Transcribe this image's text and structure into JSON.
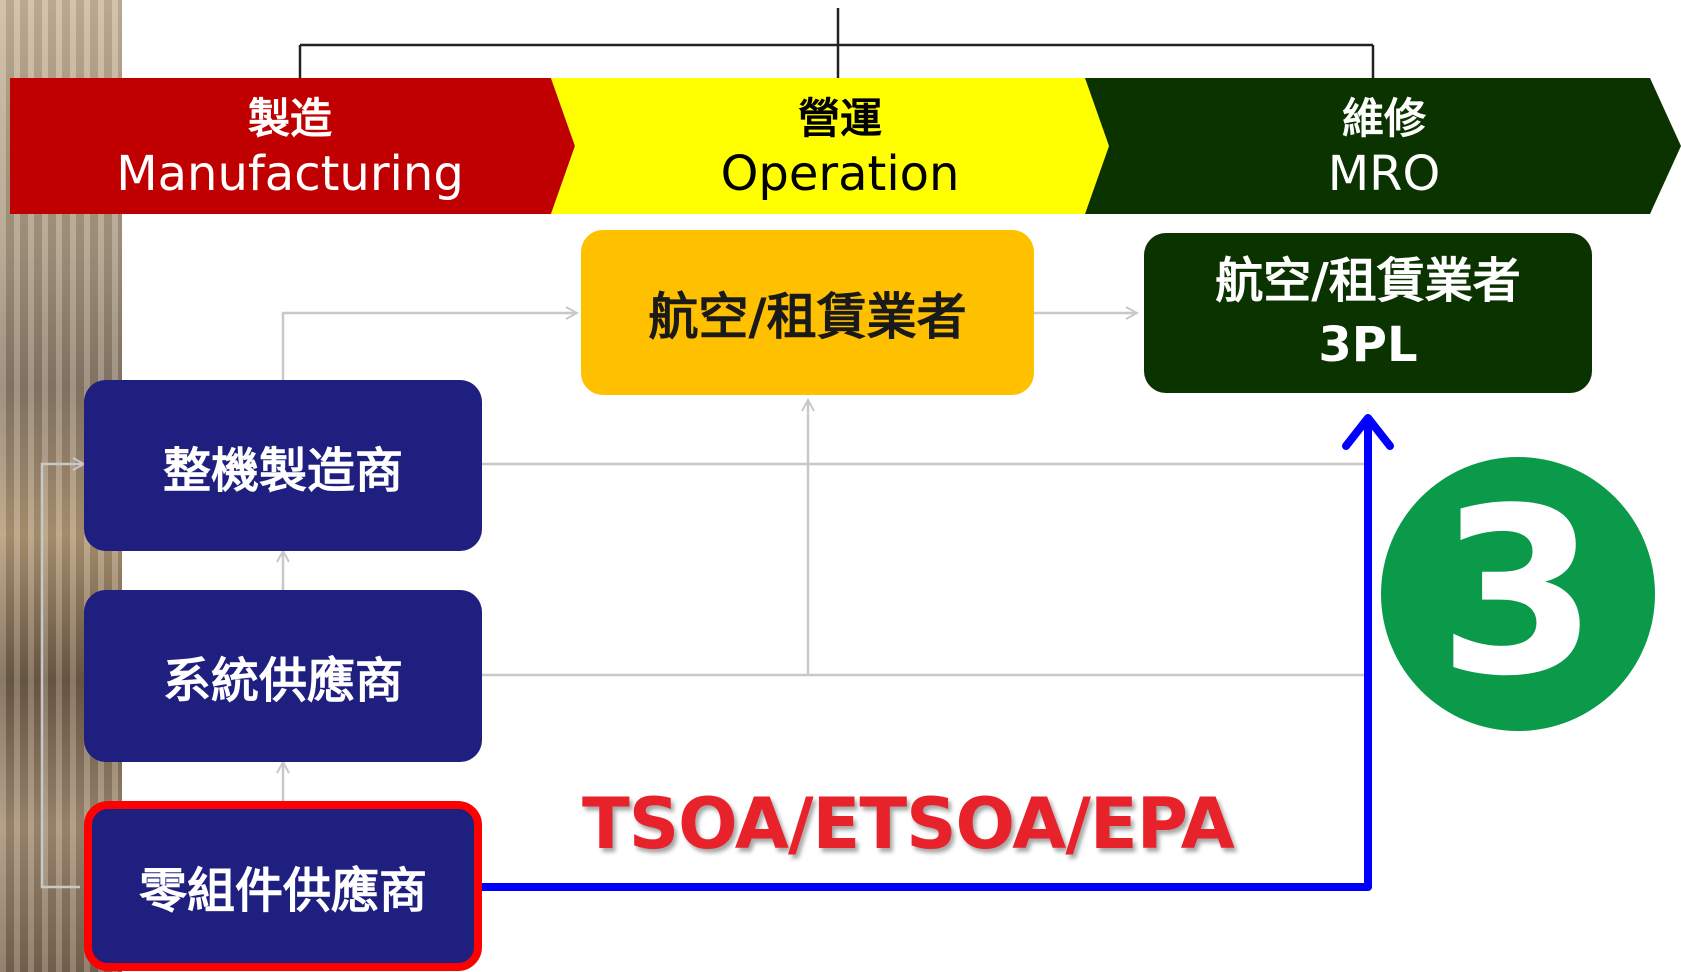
{
  "stages": [
    {
      "zh": "製造",
      "en": "Manufacturing",
      "color": "#c00000",
      "text_color": "#ffffff"
    },
    {
      "zh": "營運",
      "en": "Operation",
      "color": "#ffff00",
      "text_color": "#000000"
    },
    {
      "zh": "維修",
      "en": "MRO",
      "color": "#0b3300",
      "text_color": "#ffffff"
    }
  ],
  "nodes": {
    "operator": "航空/租賃業者",
    "mro_line1": "航空/租賃業者",
    "mro_line2": "3PL",
    "airframe": "整機製造商",
    "system": "系統供應商",
    "parts": "零組件供應商"
  },
  "colors": {
    "operator_box": "#ffc000",
    "mro_box": "#0b3300",
    "supplier_box": "#1f1f7f",
    "highlight_border": "#ff0000",
    "route": "#0000ff",
    "connector": "#c8c8c8",
    "badge": "#0a9a4a"
  },
  "route_label": "TSOA/ETSOA/EPA",
  "badge_number": "3"
}
